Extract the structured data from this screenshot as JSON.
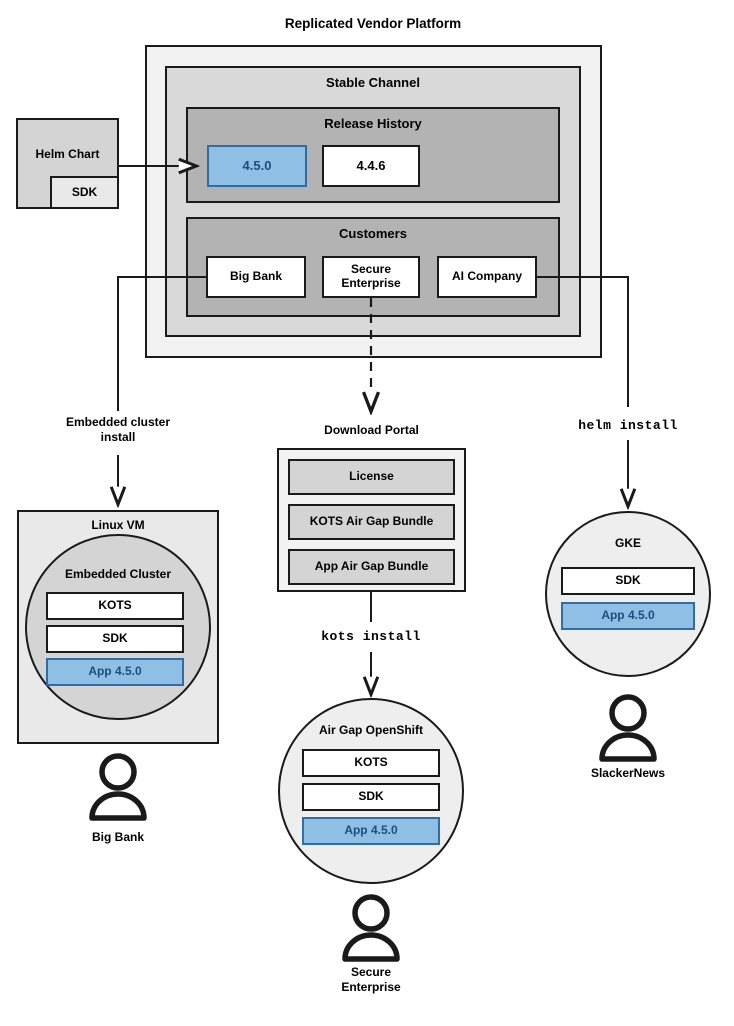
{
  "title": "Replicated Vendor Platform",
  "platform": {
    "label": "Replicated Vendor Platform",
    "channel": {
      "label": "Stable Channel",
      "release_history": {
        "label": "Release History",
        "releases": [
          {
            "version": "4.5.0",
            "highlighted": true
          },
          {
            "version": "4.4.6",
            "highlighted": false
          }
        ]
      },
      "customers": {
        "label": "Customers",
        "items": [
          {
            "name": "Big Bank"
          },
          {
            "name": "Secure\nEnterprise",
            "line1": "Secure",
            "line2": "Enterprise"
          },
          {
            "name": "AI Company"
          }
        ]
      }
    }
  },
  "source": {
    "helm_chart": "Helm Chart",
    "sdk": "SDK"
  },
  "edges": {
    "embedded_install": {
      "line1": "Embedded cluster",
      "line2": "install"
    },
    "kots_install": "kots install",
    "helm_install": "helm install"
  },
  "download_portal": {
    "label": "Download Portal",
    "artifacts": [
      "License",
      "KOTS Air Gap Bundle",
      "App Air Gap Bundle"
    ]
  },
  "targets": [
    {
      "id": "linux-vm",
      "label": "Linux VM",
      "inner_label": "Embedded Cluster",
      "components": [
        {
          "label": "KOTS",
          "highlighted": false
        },
        {
          "label": "SDK",
          "highlighted": false
        },
        {
          "label": "App 4.5.0",
          "highlighted": true
        }
      ],
      "customer": "Big Bank"
    },
    {
      "id": "air-gap-openshift",
      "label": "Air Gap OpenShift",
      "components": [
        {
          "label": "KOTS",
          "highlighted": false
        },
        {
          "label": "SDK",
          "highlighted": false
        },
        {
          "label": "App 4.5.0",
          "highlighted": true
        }
      ],
      "customer_line1": "Secure",
      "customer_line2": "Enterprise"
    },
    {
      "id": "gke",
      "label": "GKE",
      "components": [
        {
          "label": "SDK",
          "highlighted": false
        },
        {
          "label": "App 4.5.0",
          "highlighted": true
        }
      ],
      "customer": "SlackerNews"
    }
  ],
  "colors": {
    "highlight_fill": "#8fbfe5",
    "highlight_border": "#2f6da8",
    "highlight_text": "#1f4e79",
    "outer_fill": "#f2f2f2",
    "mid_fill": "#d9d9d9",
    "inner_fill": "#b3b3b3",
    "stroke": "#1a1a1a"
  }
}
